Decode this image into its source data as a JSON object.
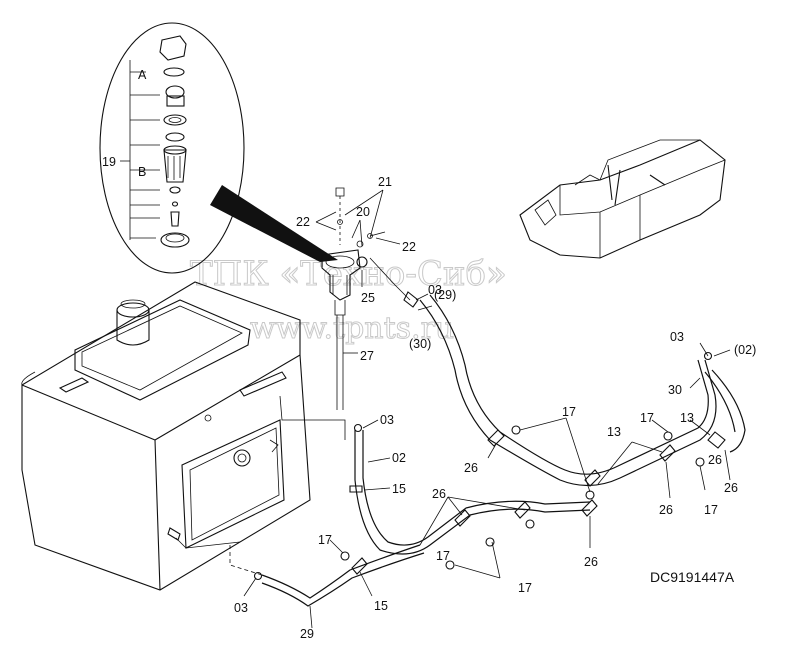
{
  "diagram": {
    "code": "DC9191447A",
    "watermark": {
      "line1": "ТПК «Техно-Сиб»",
      "line2": "www.tpnts.ru"
    },
    "callouts": [
      {
        "id": "A",
        "text": "A"
      },
      {
        "id": "B",
        "text": "B"
      },
      {
        "id": "19",
        "text": "19"
      },
      {
        "id": "21",
        "text": "21"
      },
      {
        "id": "22a",
        "text": "22"
      },
      {
        "id": "20",
        "text": "20"
      },
      {
        "id": "22b",
        "text": "22"
      },
      {
        "id": "03a",
        "text": "03"
      },
      {
        "id": "25",
        "text": "25"
      },
      {
        "id": "29a",
        "text": "(29)"
      },
      {
        "id": "30a",
        "text": "(30)"
      },
      {
        "id": "27",
        "text": "27"
      },
      {
        "id": "03b",
        "text": "03"
      },
      {
        "id": "02",
        "text": "02"
      },
      {
        "id": "15a",
        "text": "15"
      },
      {
        "id": "26a",
        "text": "26"
      },
      {
        "id": "17a",
        "text": "17"
      },
      {
        "id": "26b",
        "text": "26"
      },
      {
        "id": "17b",
        "text": "17"
      },
      {
        "id": "26c",
        "text": "26"
      },
      {
        "id": "15b",
        "text": "15"
      },
      {
        "id": "03c",
        "text": "03"
      },
      {
        "id": "29b",
        "text": "29"
      },
      {
        "id": "17c",
        "text": "17"
      },
      {
        "id": "13a",
        "text": "13"
      },
      {
        "id": "17d",
        "text": "17"
      },
      {
        "id": "13b",
        "text": "13"
      },
      {
        "id": "26d",
        "text": "26"
      },
      {
        "id": "17e",
        "text": "17"
      },
      {
        "id": "26e",
        "text": "26"
      },
      {
        "id": "26f",
        "text": "26"
      },
      {
        "id": "03d",
        "text": "03"
      },
      {
        "id": "02b",
        "text": "(02)"
      },
      {
        "id": "30b",
        "text": "30"
      },
      {
        "id": "17f",
        "text": "17"
      }
    ]
  }
}
